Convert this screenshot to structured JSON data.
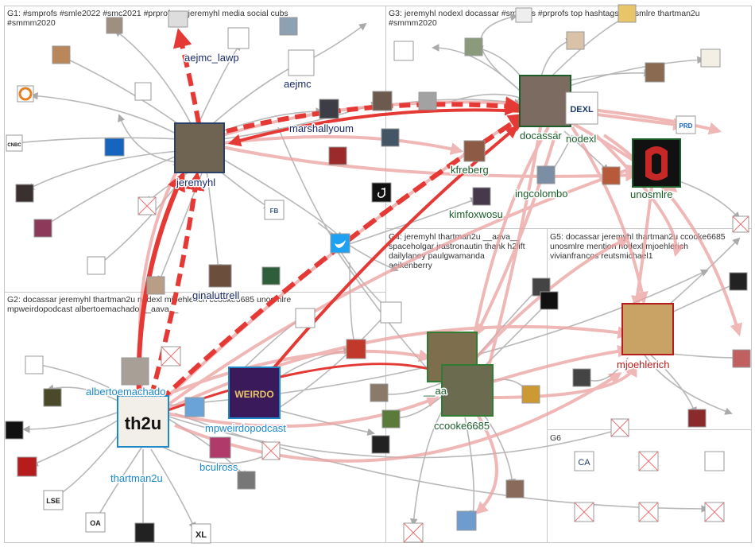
{
  "groups": [
    {
      "id": "G1",
      "lines": [
        "G1: #smprofs #smle2022 #smc2021 #prprofs ap jeremyhl media social cubs",
        "#smmm2020"
      ]
    },
    {
      "id": "G2",
      "lines": [
        "G2: docassar jeremyhl thartman2u nodexl mjoehlerich ccooke6685 unosmlre",
        "mpweirdopodcast albertoemachado __aava__"
      ]
    },
    {
      "id": "G3",
      "lines": [
        "G3: jeremyhl nodexl docassar #smprofs #prprofs top hashtags unosmlre thartman2u",
        "#smmm2020"
      ]
    },
    {
      "id": "G4",
      "lines": [
        "G4: jeremyhl thartman2u __aava__",
        "spaceholgar jrastronautin thank h2lift",
        "dailylaney paulgwamanda",
        "aeikenberry"
      ]
    },
    {
      "id": "G5",
      "lines": [
        "G5: docassar jeremyhl thartman2u ccooke6685",
        "unosmlre mention nodexl mjoehlerich",
        "vivianfrancos reutsmichael1"
      ]
    },
    {
      "id": "G6",
      "lines": [
        "G6"
      ]
    }
  ],
  "labels": [
    {
      "id": "aejmc_lawp",
      "text": "aejmc_lawp",
      "color": "#1a2a6c"
    },
    {
      "id": "aejmc",
      "text": "aejmc",
      "color": "#1a2a6c"
    },
    {
      "id": "marshallyoum",
      "text": "marshallyoum",
      "color": "#1a2a6c"
    },
    {
      "id": "jeremyhl",
      "text": "jeremyhl",
      "color": "#1a2a6c"
    },
    {
      "id": "ginaluttrell",
      "text": "ginaluttrell",
      "color": "#1a2a6c"
    },
    {
      "id": "docassar",
      "text": "docassar",
      "color": "#1b5e2a"
    },
    {
      "id": "nodexl",
      "text": "nodexl",
      "color": "#1b5e2a"
    },
    {
      "id": "kfreberg",
      "text": "kfreberg",
      "color": "#1b5e2a"
    },
    {
      "id": "ingcolombo",
      "text": "ingcolombo",
      "color": "#1b5e2a"
    },
    {
      "id": "unosmlre",
      "text": "unosmlre",
      "color": "#1b5e2a"
    },
    {
      "id": "kimfoxwosu",
      "text": "kimfoxwosu",
      "color": "#1b5e2a"
    },
    {
      "id": "albertoemachado",
      "text": "albertoemachado",
      "color": "#1e88c8"
    },
    {
      "id": "mpweirdopodcast",
      "text": "mpweirdopodcast",
      "color": "#1e88c8"
    },
    {
      "id": "thartman2u",
      "text": "thartman2u",
      "color": "#1e88c8"
    },
    {
      "id": "bculross",
      "text": "bculross",
      "color": "#1e88c8"
    },
    {
      "id": "aava",
      "text": "__aa",
      "color": "#1b5e2a"
    },
    {
      "id": "ccooke6685",
      "text": "ccooke6685",
      "color": "#1b5e2a"
    },
    {
      "id": "mjoehlerich",
      "text": "mjoehlerich",
      "color": "#b71c1c"
    }
  ],
  "icons": {
    "thartman2u_logo": "th2u",
    "weirdo_logo": "WEIRDO",
    "nodexl_logo": "DEXL",
    "ca_logo": "CA",
    "xl_logo": "XL",
    "prd_logo": "PRD",
    "lse_logo": "LSE",
    "oa_logo": "OA",
    "fb_logo": "FB",
    "cnbc_logo": "CNBC"
  },
  "colors": {
    "edge_gray": "#b8b8b8",
    "edge_red": "#e53935",
    "edge_red_light": "#ef9a9a",
    "grid": "#c8c8c8"
  }
}
